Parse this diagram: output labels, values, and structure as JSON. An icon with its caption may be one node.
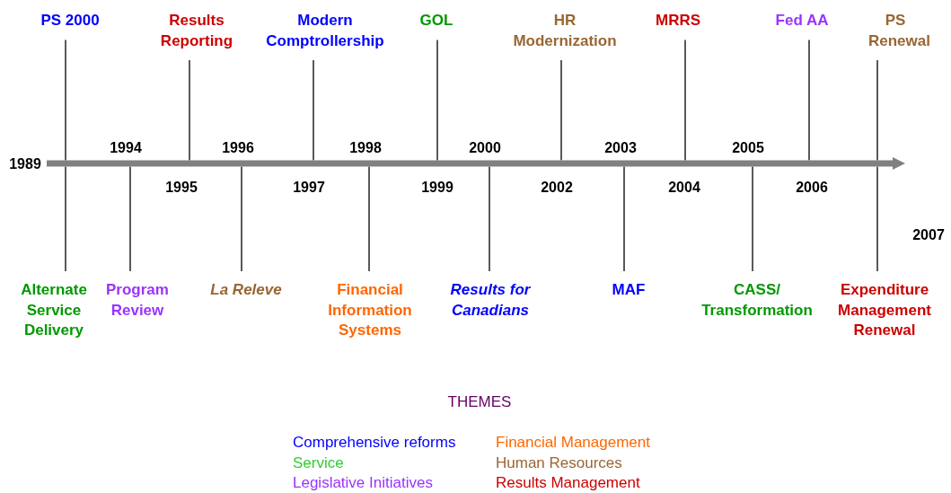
{
  "diagram": {
    "nodes": [
      {
        "text": [
          "PS 2000"
        ]
      },
      {
        "text": [
          "Results Reporting"
        ]
      },
      {
        "text": [
          "Modern Comptrollership"
        ]
      },
      {
        "text": [
          "GOL"
        ]
      },
      {
        "text": [
          "HR Modernization"
        ]
      },
      {
        "text": [
          "MRRS"
        ]
      },
      {
        "text": [
          "Fed AA"
        ]
      },
      {
        "text": [
          "PS Renewal"
        ]
      },
      {
        "text": [],
        "shape": "arrow"
      },
      {
        "text": [
          "Alternate Service Delivery"
        ]
      },
      {
        "text": [
          "Program Review"
        ]
      },
      {
        "text": [
          "La Releve"
        ]
      },
      {
        "text": [
          "Financial Information Systems"
        ]
      },
      {
        "text": [
          "Results for Canadians"
        ]
      },
      {
        "text": [
          "MAF"
        ]
      },
      {
        "text": [
          "CASS/ Transformation"
        ]
      },
      {
        "text": [
          "Expenditure Management Renewal"
        ]
      }
    ],
    "edges": [
      {
        "from": 0,
        "to": 8,
        "arrow": "none"
      },
      {
        "from": 1,
        "to": 8,
        "arrow": "none"
      },
      {
        "from": 2,
        "to": 8,
        "arrow": "none"
      },
      {
        "from": 3,
        "to": 8,
        "arrow": "none"
      },
      {
        "from": 4,
        "to": 8,
        "arrow": "none"
      },
      {
        "from": 5,
        "to": 8,
        "arrow": "none"
      },
      {
        "from": 6,
        "to": 8,
        "arrow": "none"
      },
      {
        "from": 7,
        "to": 8,
        "arrow": "none"
      },
      {
        "from": 9,
        "to": 8,
        "arrow": "none"
      },
      {
        "from": 10,
        "to": 8,
        "arrow": "none"
      },
      {
        "from": 11,
        "to": 8,
        "arrow": "none"
      },
      {
        "from": 12,
        "to": 8,
        "arrow": "none"
      },
      {
        "from": 13,
        "to": 8,
        "arrow": "none"
      },
      {
        "from": 14,
        "to": 8,
        "arrow": "none"
      },
      {
        "from": 15,
        "to": 8,
        "arrow": "none"
      },
      {
        "from": 16,
        "to": 8,
        "arrow": "none"
      }
    ],
    "labels": [
      "1994",
      "1996",
      "1998",
      "2000",
      "2003",
      "2005",
      "1989",
      "1995",
      "1997",
      "1999",
      "2002",
      "2004",
      "2006",
      "2007",
      "THEMES"
    ],
    "legend": [
      {
        "text": "Comprehensive reforms",
        "color": "#0000ff"
      },
      {
        "text": "Service",
        "color": "#33cc33"
      },
      {
        "text": "Legislative Initiatives",
        "color": "#9933ff"
      },
      {
        "text": "Financial Management",
        "color": "#ff6600"
      },
      {
        "text": "Human Resources",
        "color": "#996633"
      },
      {
        "text": "Results Management",
        "color": "#cc0000"
      }
    ]
  }
}
